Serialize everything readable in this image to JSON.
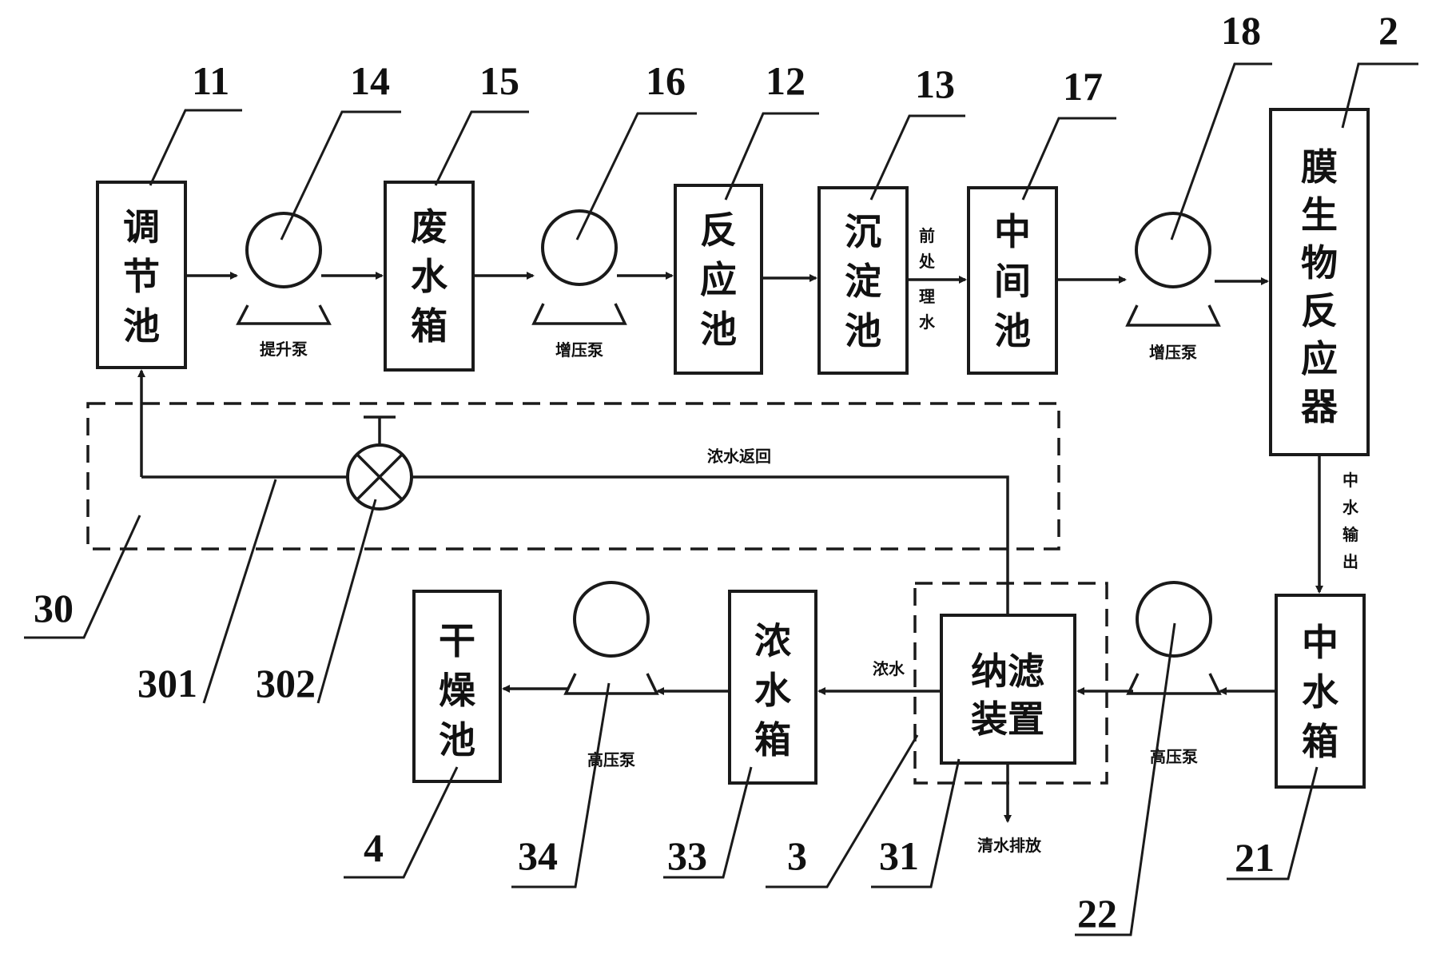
{
  "units": {
    "u11": {
      "char1": "调",
      "char2": "节",
      "char3": "池"
    },
    "u15": {
      "char1": "废",
      "char2": "水",
      "char3": "箱"
    },
    "u12": {
      "char1": "反",
      "char2": "应",
      "char3": "池"
    },
    "u13": {
      "char1": "沉",
      "char2": "淀",
      "char3": "池"
    },
    "u17": {
      "char1": "中",
      "char2": "间",
      "char3": "池"
    },
    "u2": {
      "char1": "膜",
      "char2": "生",
      "char3": "物",
      "char4": "反",
      "char5": "应",
      "char6": "器"
    },
    "u21": {
      "char1": "中",
      "char2": "水",
      "char3": "箱"
    },
    "u31": {
      "line1": "纳滤",
      "line2": "装置"
    },
    "u33": {
      "char1": "浓",
      "char2": "水",
      "char3": "箱"
    },
    "u4": {
      "char1": "干",
      "char2": "燥",
      "char3": "池"
    }
  },
  "pumps": {
    "p14": "提升泵",
    "p16": "增压泵",
    "p18": "增压泵",
    "p22": "高压泵",
    "p34": "高压泵"
  },
  "flow_labels": {
    "pretreated_1": "前",
    "pretreated_2": "处",
    "pretreated_3": "理",
    "pretreated_4": "水",
    "reclaimed_1": "中",
    "reclaimed_2": "水",
    "reclaimed_3": "输",
    "reclaimed_4": "出",
    "concentrate": "浓水",
    "concentrate_return": "浓水返回",
    "clean_discharge": "清水排放"
  },
  "ref_numbers": {
    "n11": "11",
    "n14": "14",
    "n15": "15",
    "n16": "16",
    "n12": "12",
    "n13": "13",
    "n17": "17",
    "n18": "18",
    "n2": "2",
    "n30": "30",
    "n301": "301",
    "n302": "302",
    "n4": "4",
    "n34": "34",
    "n33": "33",
    "n3": "3",
    "n31": "31",
    "n22": "22",
    "n21": "21"
  }
}
